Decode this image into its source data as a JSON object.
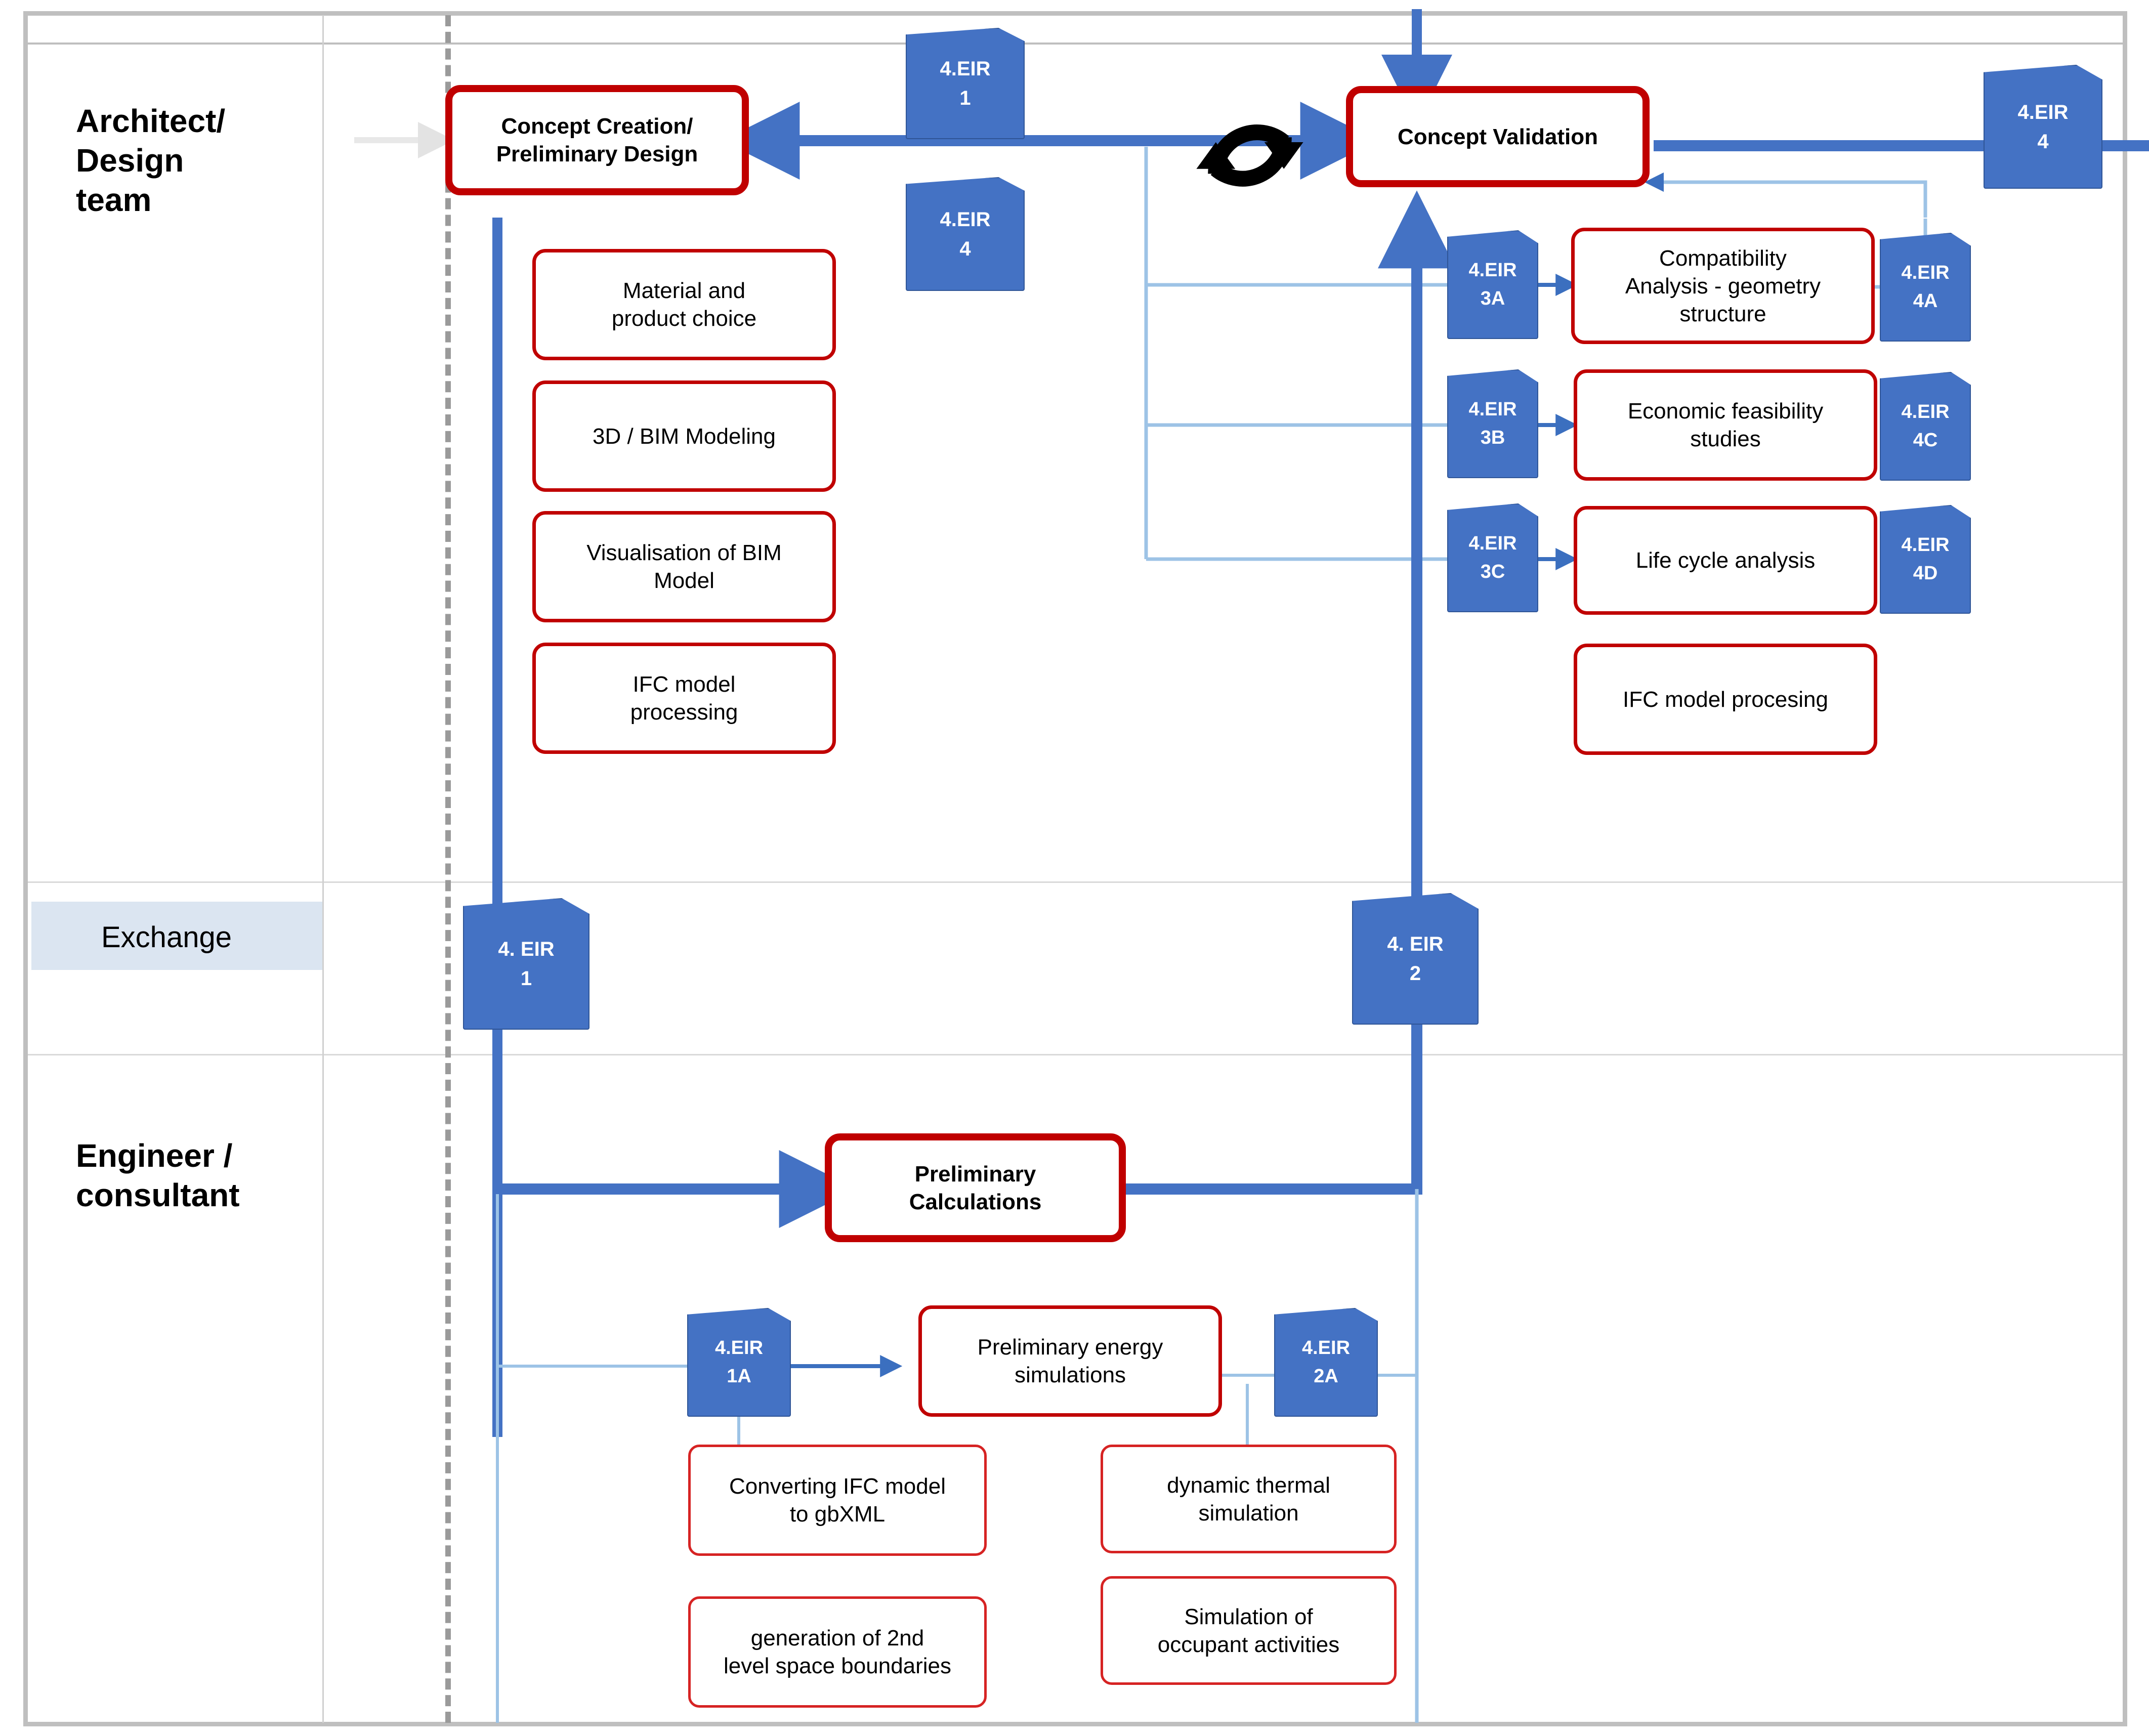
{
  "diagram": {
    "title": "BIM concept design information exchange swimlane diagram",
    "colors": {
      "process_border": "#c00000",
      "tag_fill": "#4472C4",
      "flow_arrow": "#4472C4",
      "thin_connector": "#9DC3E6",
      "lane_divider": "#bfbfbf",
      "exchange_band": "#dbe5f1",
      "loop_icon": "#000000"
    }
  },
  "lanes": [
    {
      "id": "architect",
      "label": "Architect/\nDesign\nteam"
    },
    {
      "id": "exchange",
      "label": "Exchange"
    },
    {
      "id": "engineer",
      "label": "Engineer /\nconsultant"
    }
  ],
  "processes": {
    "concept_creation": "Concept Creation/\nPreliminary Design",
    "concept_validation": "Concept Validation",
    "material_product": "Material and\nproduct choice",
    "bim_modeling": "3D / BIM Modeling",
    "visualisation": "Visualisation of BIM\nModel",
    "ifc_processing_left": "IFC model\nprocessing",
    "compatibility": "Compatibility\nAnalysis - geometry\nstructure",
    "economic": "Economic feasibility\nstudies",
    "lifecycle": "Life cycle analysis",
    "ifc_processing_right": "IFC model procesing",
    "preliminary_calculations": "Preliminary\nCalculations",
    "preliminary_energy": "Preliminary energy\nsimulations",
    "converting_ifc": "Converting IFC model\nto gbXML",
    "space_boundaries": "generation of 2nd\nlevel space boundaries",
    "dynamic_thermal": "dynamic thermal\nsimulation",
    "occupant": "Simulation of\noccupant activities"
  },
  "tags": {
    "eir_1_top": "4.EIR\n1",
    "eir_4_top": "4.EIR\n4",
    "eir_4_right": "4.EIR\n4",
    "eir_3a": "4.EIR\n3A",
    "eir_3b": "4.EIR\n3B",
    "eir_3c": "4.EIR\n3C",
    "eir_4a": "4.EIR\n4A",
    "eir_4c": "4.EIR\n4C",
    "eir_4d": "4.EIR\n4D",
    "eir_exchange_1": "4. EIR\n1",
    "eir_exchange_2": "4. EIR\n2",
    "eir_1a": "4.EIR\n1A",
    "eir_2a": "4.EIR\n2A"
  },
  "icons": {
    "loop": "refresh-loop-icon"
  }
}
